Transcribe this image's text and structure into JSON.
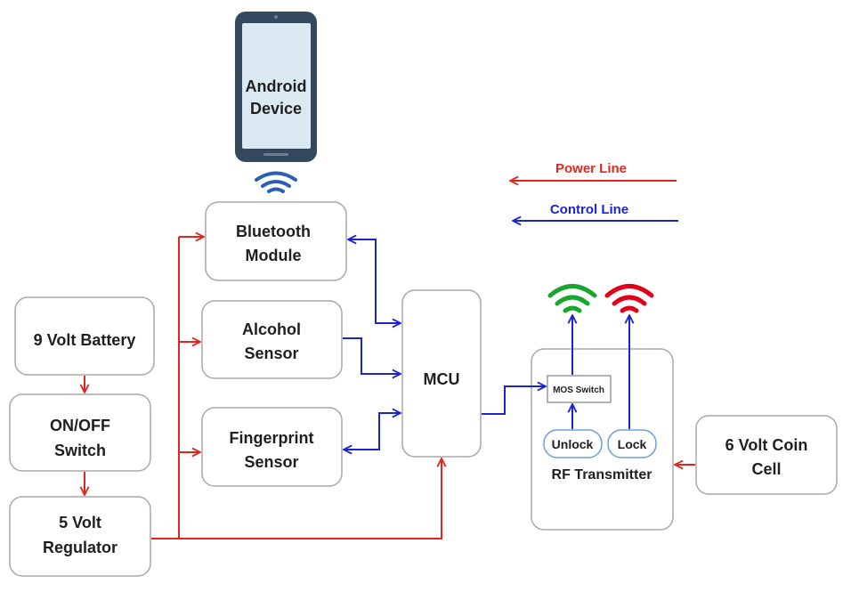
{
  "colors": {
    "power": "#e0261e",
    "control": "#1a23d6",
    "lock_signal": "#e0001a",
    "unlock_signal": "#17a62e",
    "bluetooth_signal": "#2b5fb5",
    "phone_body": "#34495e",
    "phone_screen": "#dbe9f2",
    "pill_border": "#6aa0d8"
  },
  "legend": {
    "power_line": "Power Line",
    "control_line": "Control Line"
  },
  "phone": {
    "line1": "Android",
    "line2": "Device",
    "icon": "smartphone-icon"
  },
  "blocks": {
    "battery": "9 Volt Battery",
    "switch_line1": "ON/OFF",
    "switch_line2": "Switch",
    "regulator_line1": "5 Volt",
    "regulator_line2": "Regulator",
    "bluetooth_line1": "Bluetooth",
    "bluetooth_line2": "Module",
    "alcohol_line1": "Alcohol",
    "alcohol_line2": "Sensor",
    "fingerprint_line1": "Fingerprint",
    "fingerprint_line2": "Sensor",
    "mcu": "MCU",
    "rf_transmitter": "RF Transmitter",
    "mos_switch": "MOS Switch",
    "unlock": "Unlock",
    "lock": "Lock",
    "coin_cell_line1": "6 Volt Coin",
    "coin_cell_line2": "Cell"
  },
  "icons": [
    "wifi-signal-icon"
  ]
}
